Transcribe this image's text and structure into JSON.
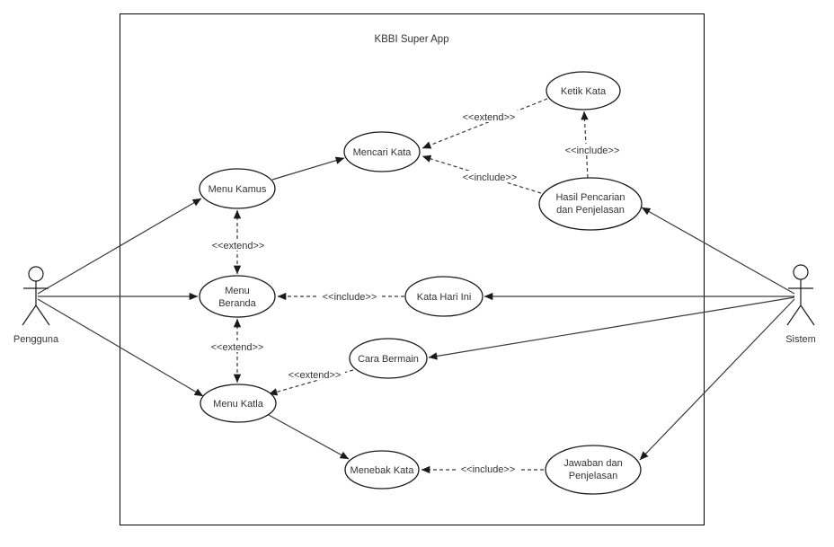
{
  "diagram": {
    "title": "KBBI Super App",
    "actors": {
      "pengguna": {
        "label": "Pengguna"
      },
      "sistem": {
        "label": "Sistem"
      }
    },
    "use_cases": {
      "ketik_kata": {
        "label": "Ketik Kata"
      },
      "mencari_kata": {
        "label": "Mencari Kata"
      },
      "menu_kamus": {
        "label": "Menu Kamus"
      },
      "hasil_pencarian": {
        "line1": "Hasil Pencarian",
        "line2": "dan Penjelasan"
      },
      "menu_beranda": {
        "line1": "Menu",
        "line2": "Beranda"
      },
      "kata_hari_ini": {
        "label": "Kata Hari Ini"
      },
      "cara_bermain": {
        "label": "Cara Bermain"
      },
      "menu_katla": {
        "label": "Menu Katla"
      },
      "menebak_kata": {
        "label": "Menebak Kata"
      },
      "jawaban_dan_penjelasan": {
        "line1": "Jawaban dan",
        "line2": "Penjelasan"
      }
    },
    "stereotypes": {
      "extend": "<<extend>>",
      "include": "<<include>>"
    },
    "relationships": [
      {
        "from": "Pengguna",
        "to": "Menu Kamus",
        "type": "association"
      },
      {
        "from": "Pengguna",
        "to": "Menu Beranda",
        "type": "association"
      },
      {
        "from": "Pengguna",
        "to": "Menu Katla",
        "type": "association"
      },
      {
        "from": "Menu Kamus",
        "to": "Mencari Kata",
        "type": "association"
      },
      {
        "from": "Menu Katla",
        "to": "Menebak Kata",
        "type": "association"
      },
      {
        "from": "Sistem",
        "to": "Hasil Pencarian dan Penjelasan",
        "type": "association"
      },
      {
        "from": "Sistem",
        "to": "Kata Hari Ini",
        "type": "association"
      },
      {
        "from": "Sistem",
        "to": "Cara Bermain",
        "type": "association"
      },
      {
        "from": "Sistem",
        "to": "Jawaban dan Penjelasan",
        "type": "association"
      },
      {
        "from": "Ketik Kata",
        "to": "Mencari Kata",
        "type": "extend"
      },
      {
        "from": "Hasil Pencarian dan Penjelasan",
        "to": "Mencari Kata",
        "type": "include"
      },
      {
        "from": "Hasil Pencarian dan Penjelasan",
        "to": "Ketik Kata",
        "type": "include"
      },
      {
        "from": "Menu Kamus",
        "to": "Menu Beranda",
        "type": "extend",
        "bidirectional": true
      },
      {
        "from": "Menu Beranda",
        "to": "Menu Katla",
        "type": "extend",
        "bidirectional": true
      },
      {
        "from": "Kata Hari Ini",
        "to": "Menu Beranda",
        "type": "include"
      },
      {
        "from": "Cara Bermain",
        "to": "Menu Katla",
        "type": "extend"
      },
      {
        "from": "Jawaban dan Penjelasan",
        "to": "Menebak Kata",
        "type": "include"
      }
    ]
  }
}
